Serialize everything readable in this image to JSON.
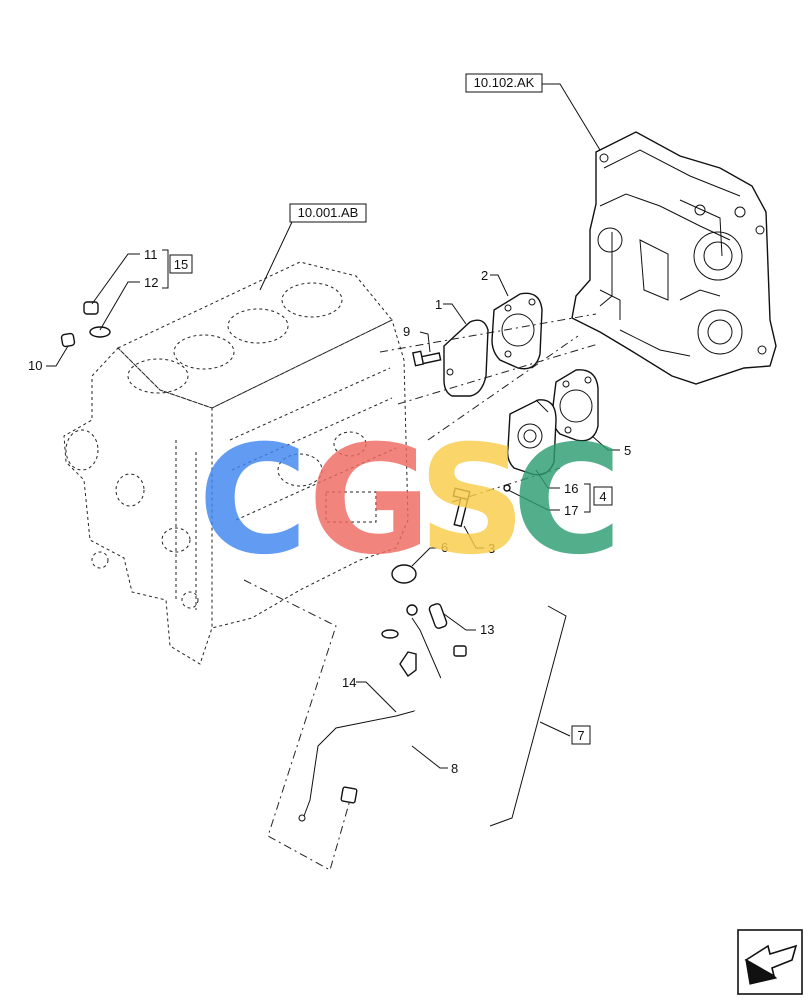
{
  "references": {
    "block": "10.001.AB",
    "cover": "10.102.AK"
  },
  "callouts": [
    "1",
    "2",
    "3",
    "5",
    "6",
    "8",
    "9",
    "10",
    "11",
    "12",
    "13",
    "14",
    "16",
    "17"
  ],
  "boxed_callouts": [
    "15",
    "4",
    "7"
  ],
  "watermark": {
    "letters": [
      "C",
      "G",
      "S",
      "C"
    ],
    "colors": [
      "#3f86f0",
      "#ee6a60",
      "#f8cc4a",
      "#2e9e72"
    ]
  },
  "nav_icon": "next-page-arrow-icon"
}
